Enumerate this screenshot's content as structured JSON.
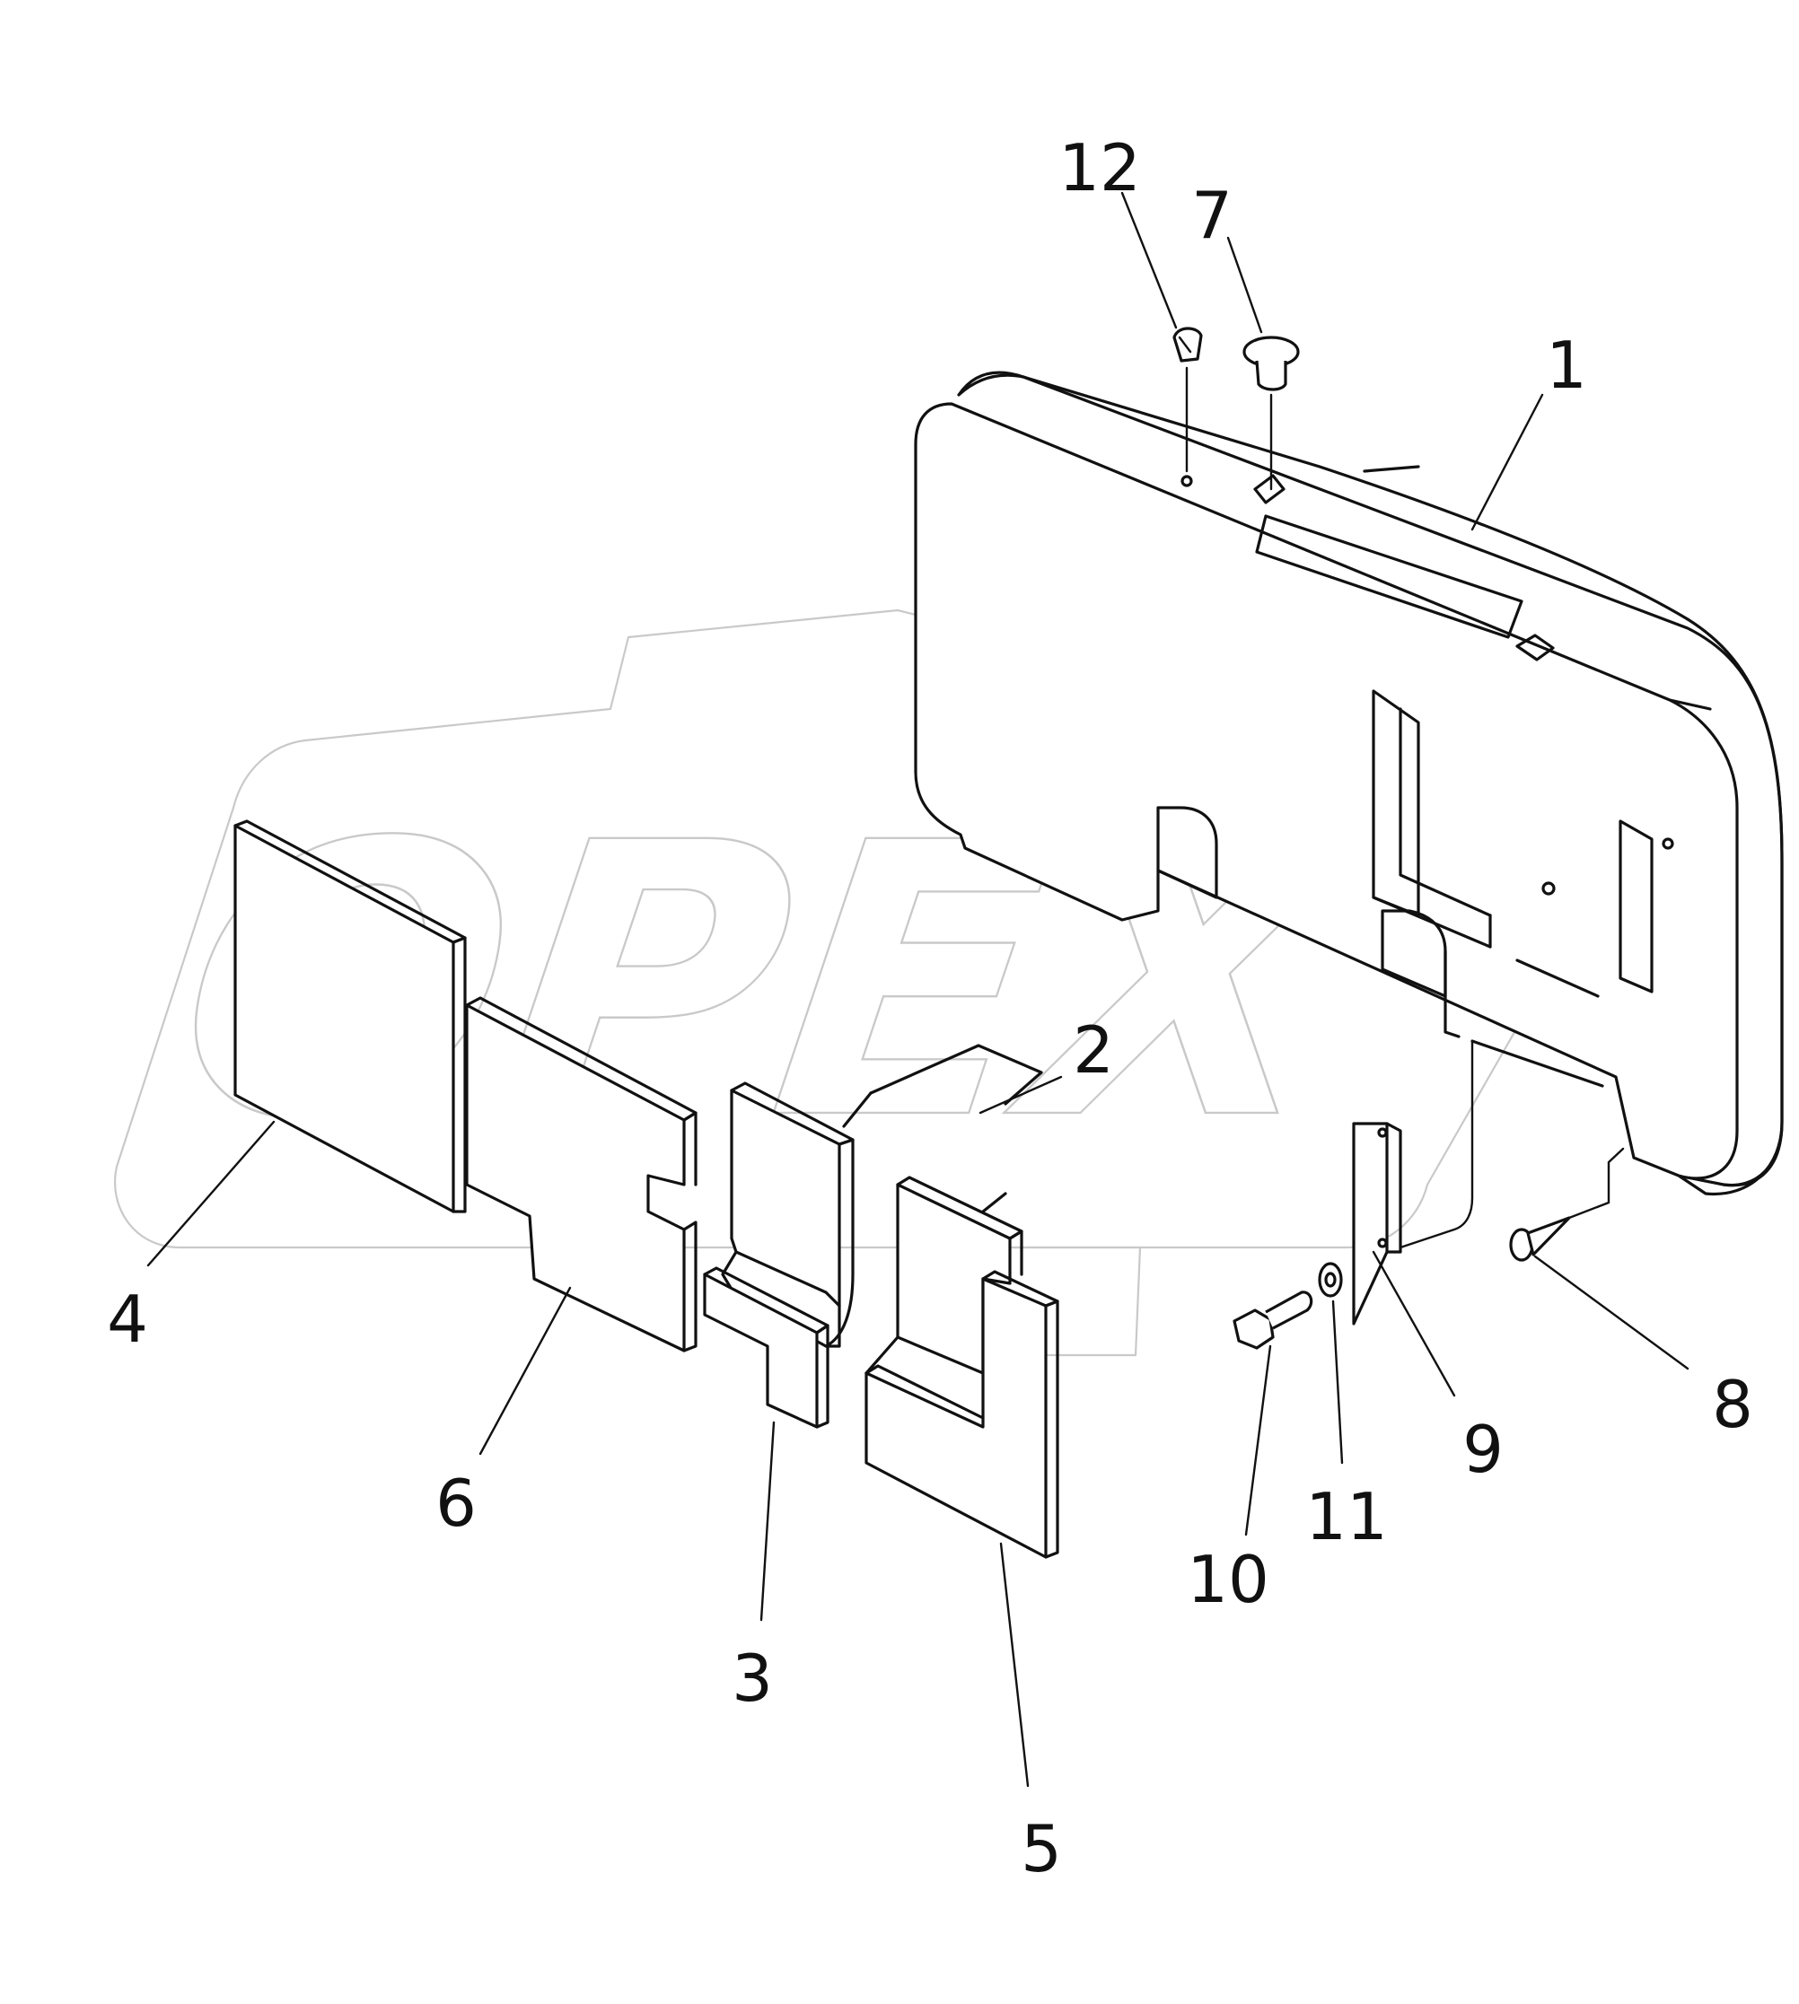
{
  "diagram": {
    "type": "exploded-parts-view",
    "watermark": "OPEX",
    "callouts": [
      "1",
      "2",
      "3",
      "4",
      "5",
      "6",
      "7",
      "8",
      "9",
      "10",
      "11",
      "12"
    ]
  }
}
